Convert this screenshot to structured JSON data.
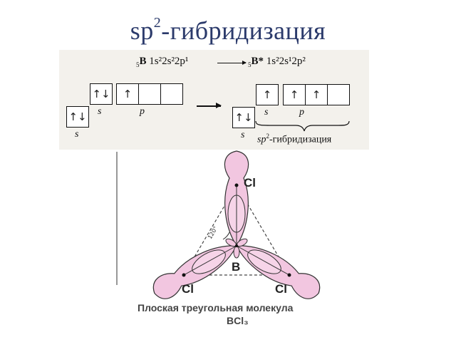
{
  "title": {
    "prefix": "sp",
    "sup": "2",
    "suffix": "-гибридизация"
  },
  "config_left": {
    "subscript": "5",
    "element": "B",
    "formula_html": "1s²2s²2p¹"
  },
  "config_right": {
    "subscript": "5",
    "element": "B*",
    "formula_html": "1s²2s¹2p²"
  },
  "orbitals": {
    "up_down": "↑↓",
    "up": "↑",
    "label_s": "s",
    "label_p": "p"
  },
  "hybridization_label": {
    "prefix": "sp",
    "sup": "2",
    "suffix": "-гибридизация"
  },
  "molecule": {
    "central_atom": "B",
    "ligand": "Cl",
    "angle": "120°",
    "caption_line1": "Плоская треугольная молекула",
    "caption_line2": "BCl₃"
  },
  "colors": {
    "title": "#2b3a6b",
    "lobe_fill": "#f2c6e0",
    "lobe_stroke": "#333333",
    "panel_bg": "#f3f1ec"
  }
}
